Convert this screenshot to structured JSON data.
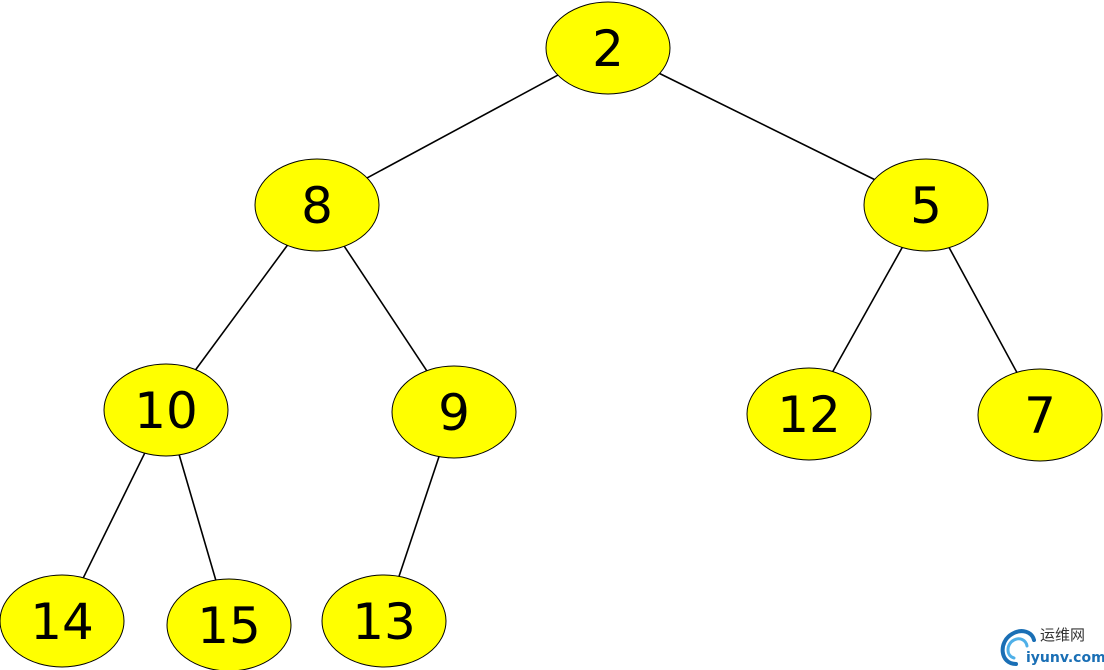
{
  "colors": {
    "node_fill": "#ffff00",
    "node_stroke": "#000000",
    "edge": "#000000",
    "background": "#ffffff",
    "watermark_blue": "#1a6fb5"
  },
  "tree": {
    "nodes": [
      {
        "id": "n2",
        "label": "2"
      },
      {
        "id": "n8",
        "label": "8"
      },
      {
        "id": "n5",
        "label": "5"
      },
      {
        "id": "n10",
        "label": "10"
      },
      {
        "id": "n9",
        "label": "9"
      },
      {
        "id": "n12",
        "label": "12"
      },
      {
        "id": "n7",
        "label": "7"
      },
      {
        "id": "n14",
        "label": "14"
      },
      {
        "id": "n15",
        "label": "15"
      },
      {
        "id": "n13",
        "label": "13"
      }
    ],
    "edges": [
      {
        "from": "n2",
        "to": "n8"
      },
      {
        "from": "n2",
        "to": "n5"
      },
      {
        "from": "n8",
        "to": "n10"
      },
      {
        "from": "n8",
        "to": "n9"
      },
      {
        "from": "n5",
        "to": "n12"
      },
      {
        "from": "n5",
        "to": "n7"
      },
      {
        "from": "n10",
        "to": "n14"
      },
      {
        "from": "n10",
        "to": "n15"
      },
      {
        "from": "n9",
        "to": "n13"
      }
    ]
  },
  "watermark": {
    "icon": "swirl-logo-icon",
    "text_cn": "运维网",
    "text_en": "iyunv.com"
  }
}
